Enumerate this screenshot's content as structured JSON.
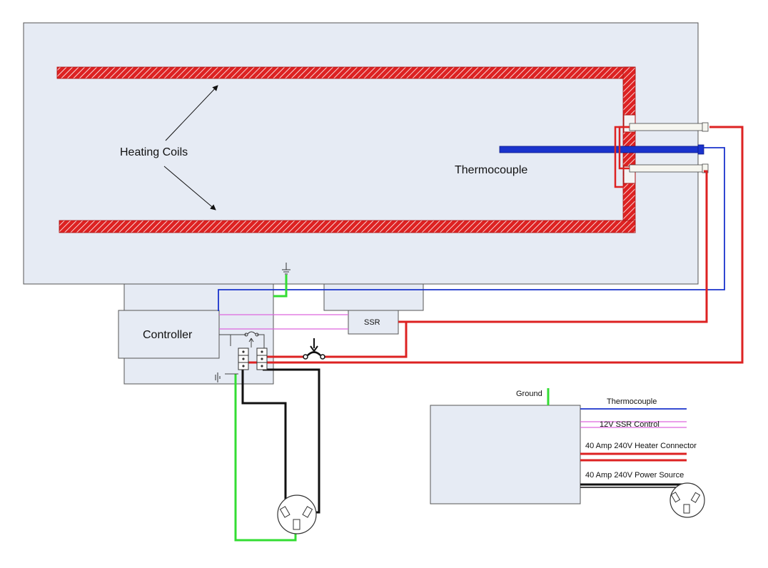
{
  "labels": {
    "heating_coils": "Heating Coils",
    "thermocouple": "Thermocouple",
    "controller": "Controller",
    "ssr": "SSR"
  },
  "legend": {
    "ground": "Ground",
    "thermocouple": "Thermocouple",
    "ssr_control": "12V SSR Control",
    "heater_connector": "40 Amp 240V Heater Connector",
    "power_source": "40 Amp 240V Power Source"
  },
  "colors": {
    "oven_fill": "#e6ebf4",
    "box_stroke": "#555555",
    "coil": "#dd2222",
    "thermocouple": "#1a33cc",
    "ssr_control": "#dd66dd",
    "ground": "#33dd33",
    "power": "#111111"
  }
}
